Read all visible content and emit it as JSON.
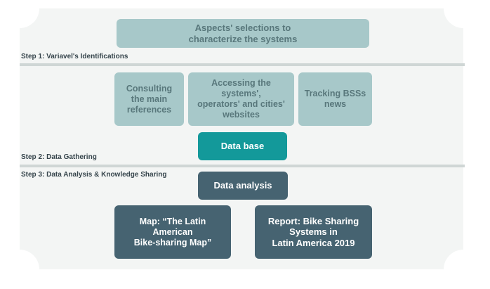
{
  "header": {
    "title": "Aspects' selections to\ncharacterize the systems"
  },
  "steps": {
    "step1": "Step 1: Variavel's Identifications",
    "step2": "Step 2: Data Gathering",
    "step3": "Step 3:  Data Analysis & Knowledge Sharing"
  },
  "sources": [
    "Consulting\nthe main\nreferences",
    "Accessing the systems',\noperators' and cities'\nwebsites",
    "Tracking BSSs\nnews"
  ],
  "database": "Data base",
  "analysis": "Data analysis",
  "outputs": [
    "Map: “The Latin American\nBike-sharing Map”",
    "Report: Bike Sharing\nSystems in\nLatin America 2019"
  ],
  "colors": {
    "light_box": "#a7c8c9",
    "light_text": "#58777b",
    "teal": "#13999a",
    "dark_box": "#466371",
    "panel": "#f3f5f4",
    "separator": "#cfd6d5"
  }
}
